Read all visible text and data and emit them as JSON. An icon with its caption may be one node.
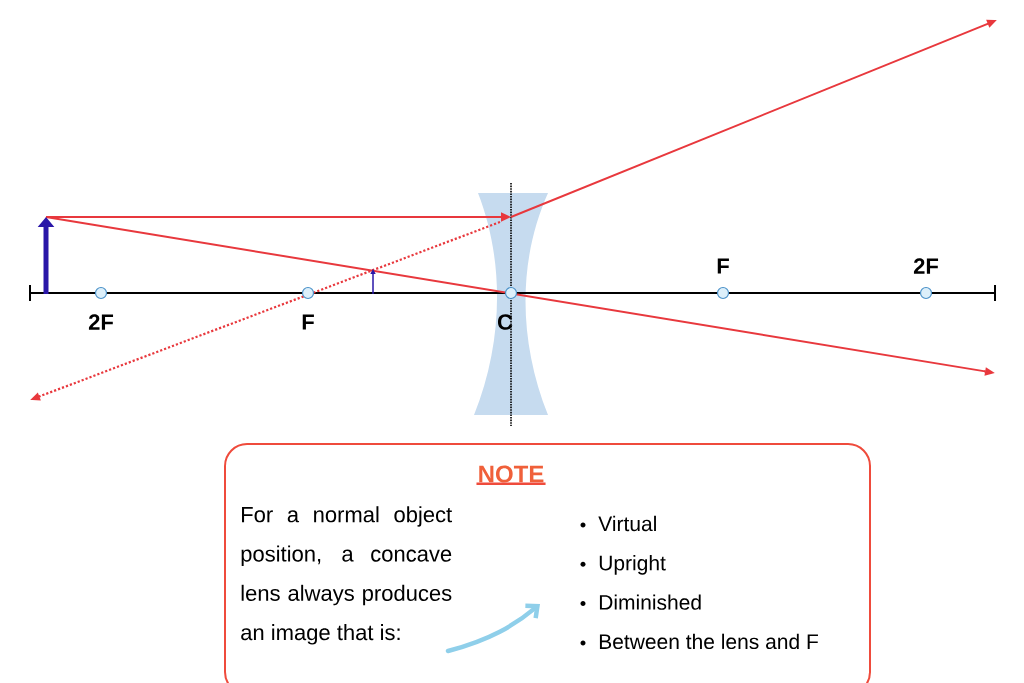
{
  "diagram": {
    "nodes": [
      {
        "text": [
          "NOTE",
          "For a normal object position, a concave lens always produces an image that is:",
          "Virtual",
          "Upright",
          "Diminished",
          "Between the lens and F"
        ]
      }
    ],
    "labels": [
      "2F",
      "F",
      "C",
      "F",
      "2F"
    ]
  }
}
